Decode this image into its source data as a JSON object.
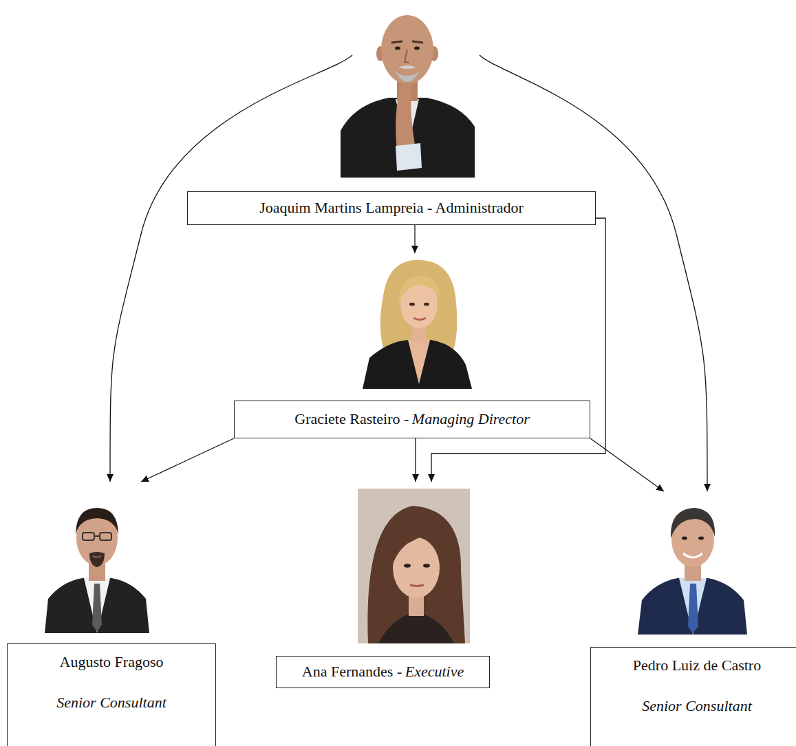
{
  "diagram": {
    "nodes": [
      {
        "text": [
          "Joaquim Martins Lampreia - Administrador"
        ]
      },
      {
        "text": [
          "Graciete Rasteiro -",
          "Managing Director"
        ]
      },
      {
        "text": [
          "Augusto Fragoso",
          "Senior Consultant"
        ]
      },
      {
        "text": [
          "Ana Fernandes -",
          "Executive"
        ]
      },
      {
        "text": [
          "Pedro Luiz de Castro",
          "Senior Consultant"
        ]
      }
    ],
    "edges": [
      {
        "from": 0,
        "to": 1,
        "arrow": "to"
      },
      {
        "from": 0,
        "to": 2,
        "arrow": "to"
      },
      {
        "from": 0,
        "to": 3,
        "arrow": "to"
      },
      {
        "from": 0,
        "to": 4,
        "arrow": "to"
      },
      {
        "from": 1,
        "to": 2,
        "arrow": "to"
      },
      {
        "from": 1,
        "to": 3,
        "arrow": "to"
      },
      {
        "from": 1,
        "to": 4,
        "arrow": "to"
      }
    ]
  }
}
